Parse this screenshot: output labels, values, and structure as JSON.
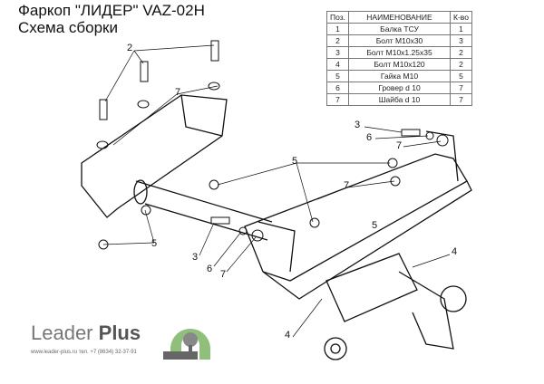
{
  "title": {
    "line1": "Фаркоп \"ЛИДЕР\" VAZ-02H",
    "line2": "Схема сборки"
  },
  "parts_table": {
    "headers": [
      "Поз.",
      "НАИМЕНОВАНИЕ",
      "К-во"
    ],
    "rows": [
      [
        "1",
        "Балка ТСУ",
        "1"
      ],
      [
        "2",
        "Болт М10х30",
        "3"
      ],
      [
        "3",
        "Болт М10х1.25х35",
        "2"
      ],
      [
        "4",
        "Болт М10х120",
        "2"
      ],
      [
        "5",
        "Гайка  М10",
        "5"
      ],
      [
        "6",
        "Гровер d 10",
        "7"
      ],
      [
        "7",
        "Шайба d 10",
        "7"
      ]
    ]
  },
  "callouts": [
    "2",
    "7",
    "5",
    "7",
    "3",
    "6",
    "7",
    "5",
    "4",
    "4",
    "5",
    "3",
    "6",
    "7"
  ],
  "brand": {
    "name_a": "Leader",
    "name_b": "Plus",
    "contact": "www.leader-plus.ru   тел. +7 (8634) 32-37-91",
    "logo_color": "#8fbf7a"
  }
}
